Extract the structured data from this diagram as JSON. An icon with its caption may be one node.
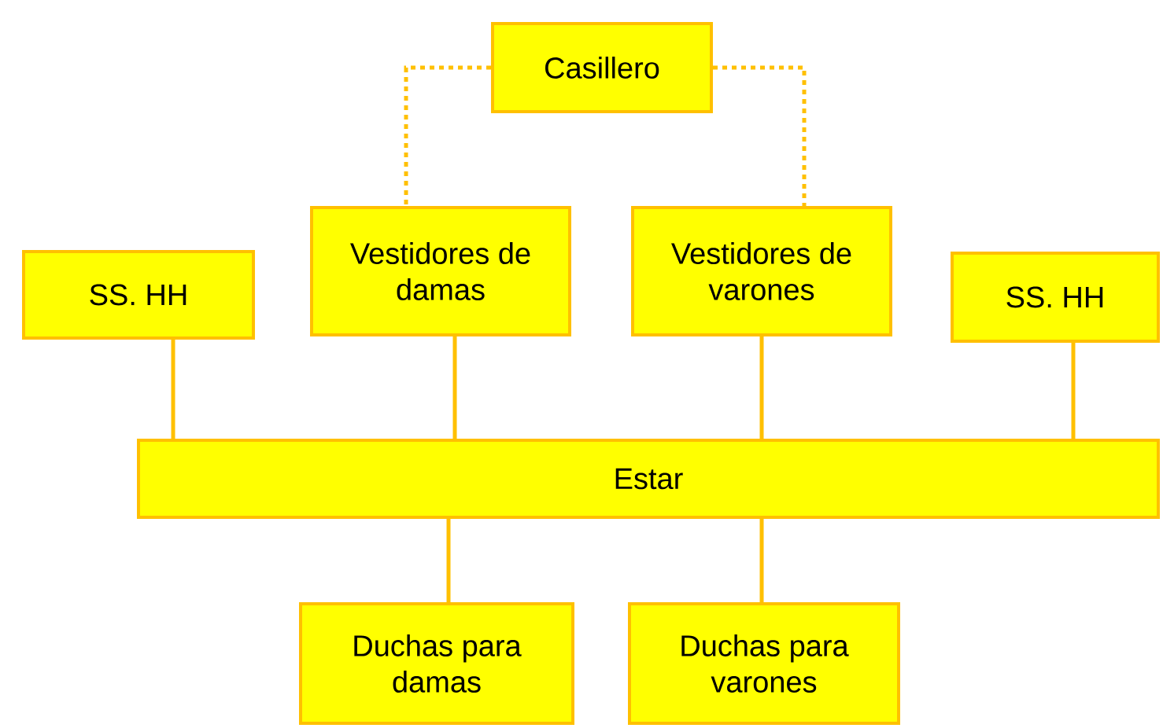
{
  "diagram": {
    "nodes": [
      {
        "text": [
          "Casillero"
        ]
      },
      {
        "text": [
          "SS. HH"
        ]
      },
      {
        "text": [
          "Vestidores de damas"
        ]
      },
      {
        "text": [
          "Vestidores de varones"
        ]
      },
      {
        "text": [
          "SS. HH"
        ]
      },
      {
        "text": [
          "Estar"
        ]
      },
      {
        "text": [
          "Duchas para damas"
        ]
      },
      {
        "text": [
          "Duchas para varones"
        ]
      }
    ],
    "edges": [
      {
        "from": 0,
        "to": 2,
        "arrow": "none",
        "style": "dashed"
      },
      {
        "from": 0,
        "to": 3,
        "arrow": "none",
        "style": "dashed"
      },
      {
        "from": 1,
        "to": 5,
        "arrow": "none"
      },
      {
        "from": 2,
        "to": 5,
        "arrow": "none"
      },
      {
        "from": 3,
        "to": 5,
        "arrow": "none"
      },
      {
        "from": 4,
        "to": 5,
        "arrow": "none"
      },
      {
        "from": 5,
        "to": 6,
        "arrow": "none"
      },
      {
        "from": 5,
        "to": 7,
        "arrow": "none"
      }
    ]
  }
}
